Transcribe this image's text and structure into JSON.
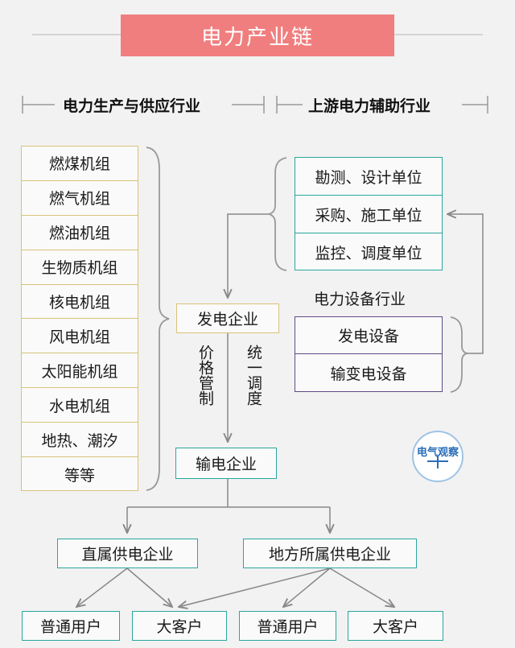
{
  "title": "电力产业链",
  "headings": {
    "left": "电力生产与供应行业",
    "right": "上游电力辅助行业"
  },
  "generators": [
    "燃煤机组",
    "燃气机组",
    "燃油机组",
    "生物质机组",
    "核电机组",
    "风电机组",
    "太阳能机组",
    "水电机组",
    "地热、潮汐",
    "等等"
  ],
  "auxiliary": [
    "勘测、设计单位",
    "采购、施工单位",
    "监控、调度单位"
  ],
  "equipment": {
    "label": "电力设备行业",
    "items": [
      "发电设备",
      "输变电设备"
    ]
  },
  "power_generation": "发电企业",
  "price_label": "价格管制",
  "dispatch_label": "统一调度",
  "transmission": "输电企业",
  "supply": {
    "direct": "直属供电企业",
    "local": "地方所属供电企业"
  },
  "customers": {
    "ordinary": "普通用户",
    "large": "大客户"
  },
  "badge": "电气观察"
}
